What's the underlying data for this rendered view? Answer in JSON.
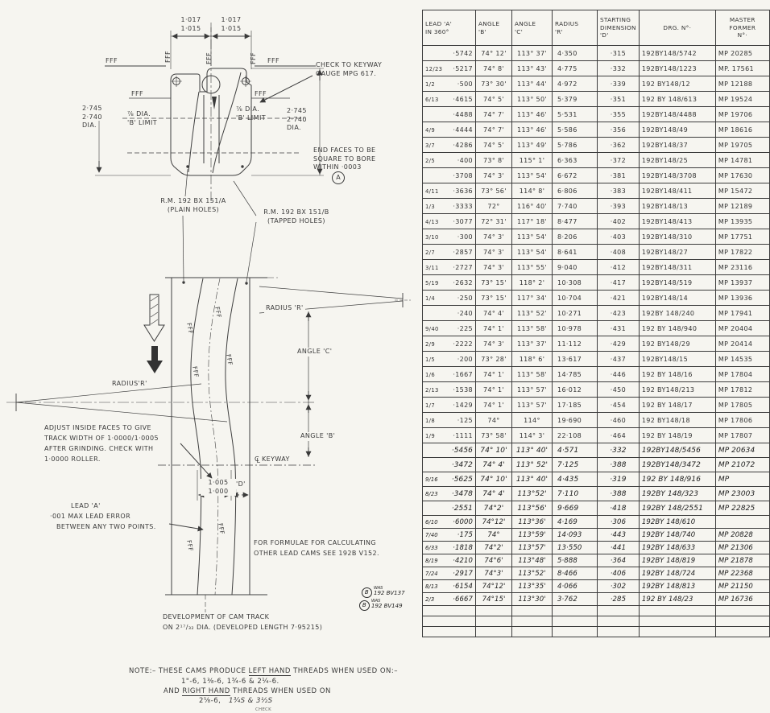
{
  "drawing": {
    "labels": {
      "fff": "FFF",
      "dim_top_left": "1·017\n1·015",
      "dim_top_right": "1·017\n1·015",
      "check_keyway": "CHECK TO KEYWAY\nGAUGE  MPG 617.",
      "dia_left": "2·745\n2·740\nDIA.",
      "dia_right": "2·745\n2·740\nDIA.",
      "b_limit_left": "⅞ DIA.\n'B' LIMIT",
      "b_limit_right": "⅞ DIA.\n'B' LIMIT",
      "end_faces": "END FACES TO BE\nSQUARE TO BORE\nWITHIN ·0003",
      "circle_a": "A",
      "rm_a": "R.M. 192 BX 151/A\n(PLAIN HOLES)",
      "rm_b": "R.M. 192 BX 151/B\n(TAPPED HOLES)",
      "radius_r_upper": "RADIUS 'R'",
      "radius_r_lower": "RADIUS'R'",
      "angle_c": "ANGLE 'C'",
      "angle_b": "ANGLE 'B'",
      "cl_c": "C",
      "cl_l": "L",
      "cl_keyway": "KEYWAY",
      "adjust": "ADJUST INSIDE FACES TO GIVE\nTRACK WIDTH OF 1·0000/1·0005\nAFTER GRINDING. CHECK  WITH\n1·0000 ROLLER.",
      "dim_track": "1·005\n1·000",
      "dim_d": "'D'",
      "lead_a_1": "LEAD 'A'",
      "lead_a_2": "·001 MAX LEAD ERROR",
      "lead_a_3": "BETWEEN ANY TWO POINTS.",
      "formulae": "FOR FORMULAE FOR CALCULATING\nOTHER LEAD CAMS SEE 192B V152.",
      "development": "DEVELOPMENT OF CAM TRACK\nON 2¹⁷/₃₂ DIA. (DEVELOPED LENGTH 7·95215)"
    },
    "margin_notes": [
      {
        "badge": "B",
        "was": "WAS",
        "text": "192 BV137"
      },
      {
        "badge": "B",
        "was": "WAS",
        "text": "192 BV149"
      }
    ],
    "note": {
      "n1a": "NOTE:– THESE CAMS PRODUCE ",
      "n1u": "LEFT HAND",
      "n1b": " THREADS WHEN USED ON:–",
      "n2": "1\"-6, 1⅜-6, 1¾-6  &  2¼-6.",
      "n3a": "AND ",
      "n3u": "RIGHT HAND",
      "n3b": " THREADS WHEN USED ON",
      "n4a": "2⅝-6,",
      "n4b": "1¾S & 3½S",
      "n4c": "CHECK"
    }
  },
  "table": {
    "headers": [
      "LEAD 'A'\nIN 360°",
      "ANGLE\n'B'",
      "ANGLE\n'C'",
      "RADIUS\n'R'",
      "STARTING\nDIMENSION\n'D'",
      "DRG. N°·",
      "MASTER\nFORMER\nN°·"
    ],
    "column_order": [
      "lead_fraction",
      "lead_decimal",
      "angle_b",
      "angle_c",
      "radius_r",
      "starting_dimension_d",
      "drg_no",
      "master_former_no",
      "row_style"
    ],
    "rows": [
      [
        "",
        "·5742",
        "74° 12'",
        "113° 37'",
        "4·350",
        "·315",
        "192BY148/5742",
        "MP 20285",
        "p"
      ],
      [
        "12/23",
        "·5217",
        "74° 8'",
        "113° 43'",
        "4·775",
        "·332",
        "192BY148/1223",
        "MP. 17561",
        "p"
      ],
      [
        "1/2",
        "·500",
        "73° 30'",
        "113° 44'",
        "4·972",
        "·339",
        "192 BY148/12",
        "MP 12188",
        "p"
      ],
      [
        "6/13",
        "·4615",
        "74° 5'",
        "113° 50'",
        "5·379",
        "·351",
        "192 BY 148/613",
        "MP 19524",
        "p"
      ],
      [
        "",
        "·4488",
        "74° 7'",
        "113° 46'",
        "5·531",
        "·355",
        "192BY148/4488",
        "MP 19706",
        "p"
      ],
      [
        "4/9",
        "·4444",
        "74° 7'",
        "113° 46'",
        "5·586",
        "·356",
        "192BY148/49",
        "MP 18616",
        "p"
      ],
      [
        "3/7",
        "·4286",
        "74° 5'",
        "113° 49'",
        "5·786",
        "·362",
        "192BY148/37",
        "MP 19705",
        "p"
      ],
      [
        "2/5",
        "·400",
        "73° 8'",
        "115° 1'",
        "6·363",
        "·372",
        "192BY148/25",
        "MP 14781",
        "p"
      ],
      [
        "",
        "·3708",
        "74° 3'",
        "113° 54'",
        "6·672",
        "·381",
        "192BY148/3708",
        "MP 17630",
        "p"
      ],
      [
        "4/11",
        "·3636",
        "73° 56'",
        "114° 8'",
        "6·806",
        "·383",
        "192BY148/411",
        "MP 15472",
        "p"
      ],
      [
        "1/3",
        "·3333",
        "72°",
        "116° 40'",
        "7·740",
        "·393",
        "192BY148/13",
        "MP 12189",
        "p"
      ],
      [
        "4/13",
        "·3077",
        "72° 31'",
        "117° 18'",
        "8·477",
        "·402",
        "192BY148/413",
        "MP 13935",
        "p"
      ],
      [
        "3/10",
        "·300",
        "74° 3'",
        "113° 54'",
        "8·206",
        "·403",
        "192BY148/310",
        "MP 17751",
        "p"
      ],
      [
        "2/7",
        "·2857",
        "74° 3'",
        "113° 54'",
        "8·641",
        "·408",
        "192BY148/27",
        "MP 17822",
        "p"
      ],
      [
        "3/11",
        "·2727",
        "74° 3'",
        "113° 55'",
        "9·040",
        "·412",
        "192BY148/311",
        "MP 23116",
        "p"
      ],
      [
        "5/19",
        "·2632",
        "73° 15'",
        "118° 2'",
        "10·308",
        "·417",
        "192BY148/519",
        "MP 13937",
        "p"
      ],
      [
        "1/4",
        "·250",
        "73° 15'",
        "117° 34'",
        "10·704",
        "·421",
        "192BY148/14",
        "MP 13936",
        "p"
      ],
      [
        "",
        "·240",
        "74° 4'",
        "113° 52'",
        "10·271",
        "·423",
        "192BY 148/240",
        "MP 17941",
        "p"
      ],
      [
        "9/40",
        "·225",
        "74° 1'",
        "113° 58'",
        "10·978",
        "·431",
        "192 BY 148/940",
        "MP 20404",
        "p"
      ],
      [
        "2/9",
        "·2222",
        "74° 3'",
        "113° 37'",
        "11·112",
        "·429",
        "192 BY148/29",
        "MP 20414",
        "p"
      ],
      [
        "1/5",
        "·200",
        "73° 28'",
        "118° 6'",
        "13·617",
        "·437",
        "192BY148/15",
        "MP 14535",
        "p"
      ],
      [
        "1/6",
        "·1667",
        "74° 1'",
        "113° 58'",
        "14·785",
        "·446",
        "192 BY 148/16",
        "MP 17804",
        "p"
      ],
      [
        "2/13",
        "·1538",
        "74° 1'",
        "113° 57'",
        "16·012",
        "·450",
        "192 BY148/213",
        "MP 17812",
        "p"
      ],
      [
        "1/7",
        "·1429",
        "74° 1'",
        "113° 57'",
        "17·185",
        "·454",
        "192 BY 148/17",
        "MP 17805",
        "p"
      ],
      [
        "1/8",
        "·125",
        "74°",
        "114°",
        "19·690",
        "·460",
        "192 BY148/18",
        "MP 17806",
        "p"
      ],
      [
        "1/9",
        "·1111",
        "73° 58'",
        "114° 3'",
        "22·108",
        "·464",
        "192 BY 148/19",
        "MP 17807",
        "p"
      ],
      [
        "",
        "·5456",
        "74° 10'",
        "113° 40'",
        "4·571",
        "·332",
        "192BY148/5456",
        "MP 20634",
        "h1"
      ],
      [
        "",
        "·3472",
        "74° 4'",
        "113° 52'",
        "7·125",
        "·388",
        "192BY148/3472",
        "MP 21072",
        "h1"
      ],
      [
        "9/16",
        "·5625",
        "74° 10'",
        "113° 40'",
        "4·435",
        "·319",
        "192 BY 148/916",
        "MP",
        "h1"
      ],
      [
        "8/23",
        "·3478",
        "74° 4'",
        "113°52'",
        "7·110",
        "·388",
        "192BY 148/323",
        "MP 23003",
        "h1"
      ],
      [
        "",
        "·2551",
        "74°2'",
        "113°56'",
        "9·669",
        "·418",
        "192BY 148/2551",
        "MP 22825",
        "h1"
      ],
      [
        "6/10",
        "·6000",
        "74°12'",
        "113°36'",
        "4·169",
        "·306",
        "192BY 148/610",
        "",
        "h2"
      ],
      [
        "7/40",
        "·175",
        "74°",
        "113°59'",
        "14·093",
        "·443",
        "192BY 148/740",
        "MP 20828",
        "h2"
      ],
      [
        "6/33",
        "·1818",
        "74°2'",
        "113°57'",
        "13·550",
        "·441",
        "192BY 148/633",
        "MP 21306",
        "h2"
      ],
      [
        "8/19",
        "·4210",
        "74°6'",
        "113°48'",
        "5·888",
        "·364",
        "192BY 148/819",
        "MP 21878",
        "h2"
      ],
      [
        "7/24",
        "·2917",
        "74°3'",
        "113°52'",
        "8·466",
        "·406",
        "192BY 148/724",
        "MP 22368",
        "h2"
      ],
      [
        "8/13",
        "·6154",
        "74°12'",
        "113°35'",
        "4·066",
        "·302",
        "192BY 148/813",
        "MP 21150",
        "h2"
      ],
      [
        "2/3",
        "·6667",
        "74°15'",
        "113°30'",
        "3·762",
        "·285",
        "192 BY 148/23",
        "MP 16736",
        "h2"
      ],
      [
        "",
        "",
        "",
        "",
        "",
        "",
        "",
        "",
        "e"
      ],
      [
        "",
        "",
        "",
        "",
        "",
        "",
        "",
        "",
        "e"
      ],
      [
        "",
        "",
        "",
        "",
        "",
        "",
        "",
        "",
        "e"
      ]
    ]
  }
}
